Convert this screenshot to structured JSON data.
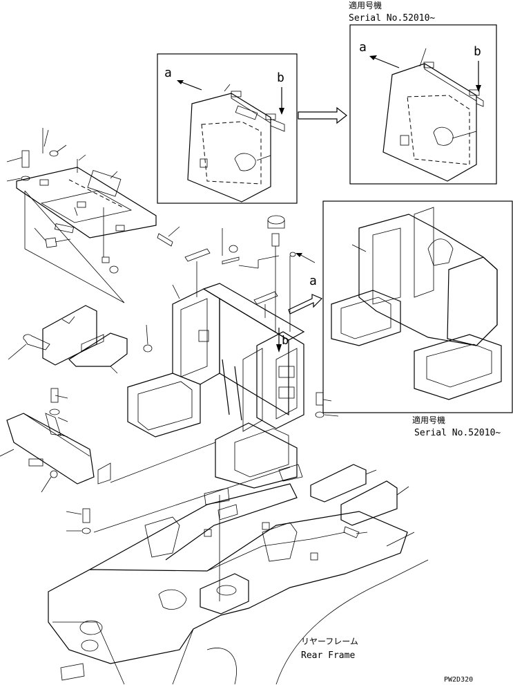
{
  "labels": {
    "applicable_top_jp": "適用号機",
    "applicable_top_en": "Serial No.52010~",
    "applicable_mid_jp": "適用号機",
    "applicable_mid_en": "Serial No.52010~",
    "rear_frame_jp": "リヤーフレーム",
    "rear_frame_en": "Rear Frame",
    "drawing_code": "PW2D320"
  },
  "view_markers": {
    "a": "a",
    "b": "b"
  }
}
